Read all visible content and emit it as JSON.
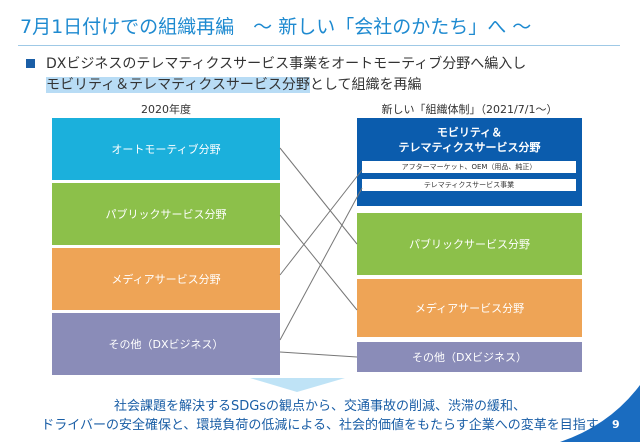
{
  "title": "7月1日付けでの組織再編　～ 新しい「会社のかたち」へ ～",
  "bullet": {
    "line1": "DXビジネスのテレマティクスサービス事業をオートモーティブ分野へ編入し",
    "line2_highlight": "モビリティ＆テレマティクスサービス分野",
    "line2_rest": "として組織を再編"
  },
  "left": {
    "header": "2020年度",
    "boxes": [
      "オートモーティブ分野",
      "パブリックサービス分野",
      "メディアサービス分野",
      "その他（DXビジネス）"
    ]
  },
  "right": {
    "header": "新しい「組織体制」（2021/7/1～）",
    "main_line1": "モビリティ＆",
    "main_line2": "テレマティクスサービス分野",
    "sub": [
      "アフターマーケット、OEM（用品、純正）",
      "テレマティクスサービス事業"
    ],
    "boxes": [
      "パブリックサービス分野",
      "メディアサービス分野",
      "その他（DXビジネス）"
    ]
  },
  "footer": {
    "line1": "社会課題を解決するSDGsの観点から、交通事故の削減、渋滞の緩和、",
    "line2": "ドライバーの安全確保と、環境負荷の低減による、社会的価値をもたらす企業への変革を目指す"
  },
  "page_number": "9",
  "colors": {
    "cyan": "#1bb0dc",
    "green": "#8cc04a",
    "orange": "#eea456",
    "purple": "#8a8cb8",
    "blue": "#0b5cad"
  }
}
